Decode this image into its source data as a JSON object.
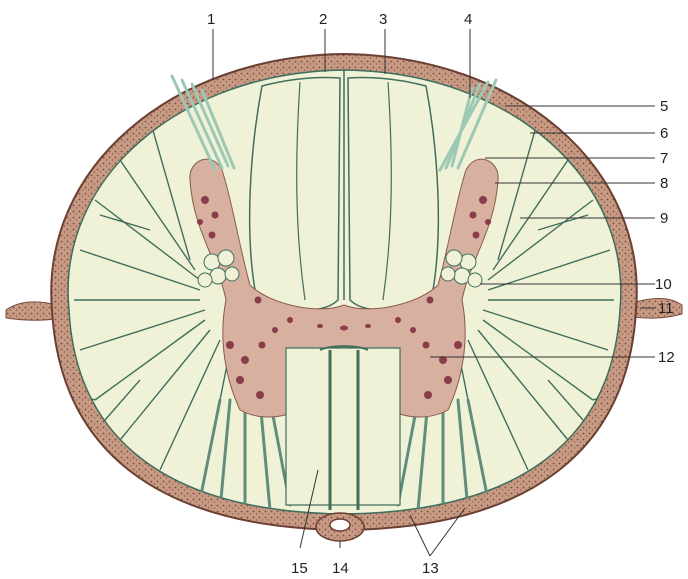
{
  "figure": {
    "callouts": [
      {
        "id": "1",
        "label": "1"
      },
      {
        "id": "2",
        "label": "2"
      },
      {
        "id": "3",
        "label": "3"
      },
      {
        "id": "4",
        "label": "4"
      },
      {
        "id": "5",
        "label": "5"
      },
      {
        "id": "6",
        "label": "6"
      },
      {
        "id": "7",
        "label": "7"
      },
      {
        "id": "8",
        "label": "8"
      },
      {
        "id": "9",
        "label": "9"
      },
      {
        "id": "10",
        "label": "10"
      },
      {
        "id": "11",
        "label": "11"
      },
      {
        "id": "12",
        "label": "12"
      },
      {
        "id": "13",
        "label": "13"
      },
      {
        "id": "14",
        "label": "14"
      },
      {
        "id": "15",
        "label": "15"
      }
    ],
    "colors": {
      "membrane": "#7a4a3e",
      "membrane_fill": "#c79a84",
      "white_matter": "#f0f2d8",
      "gray_matter": "#d7b0a0",
      "nuclei": "#8a3c4a",
      "vessels": "#3f6e5c",
      "roots": "#9cc8b4",
      "label_text": "#222222"
    }
  }
}
